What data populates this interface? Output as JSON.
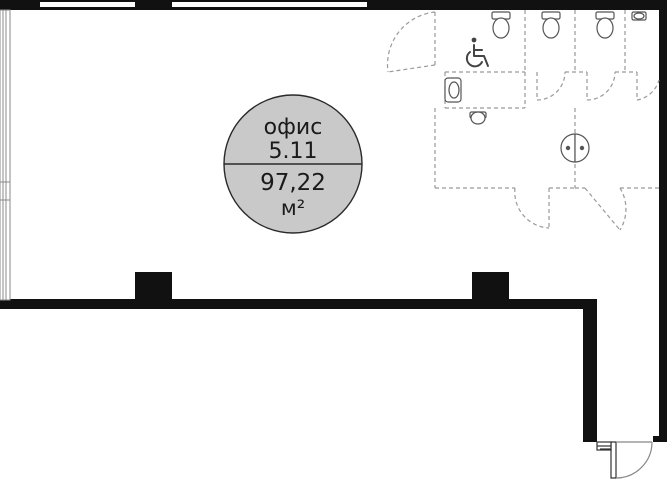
{
  "room": {
    "name": "офис",
    "number": "5.11",
    "area_value": "97,22",
    "area_unit": "м²"
  },
  "colors": {
    "wall": "#111111",
    "badge_fill": "#c9c9c9",
    "badge_stroke": "#2a2a2a",
    "dash_line": "#9a9a9a",
    "fixture_line": "#555555",
    "window_line": "#8a8a8a"
  },
  "icons": {
    "accessibility": "wheelchair-icon",
    "toilet": "toilet-icon",
    "sink": "sink-icon"
  }
}
